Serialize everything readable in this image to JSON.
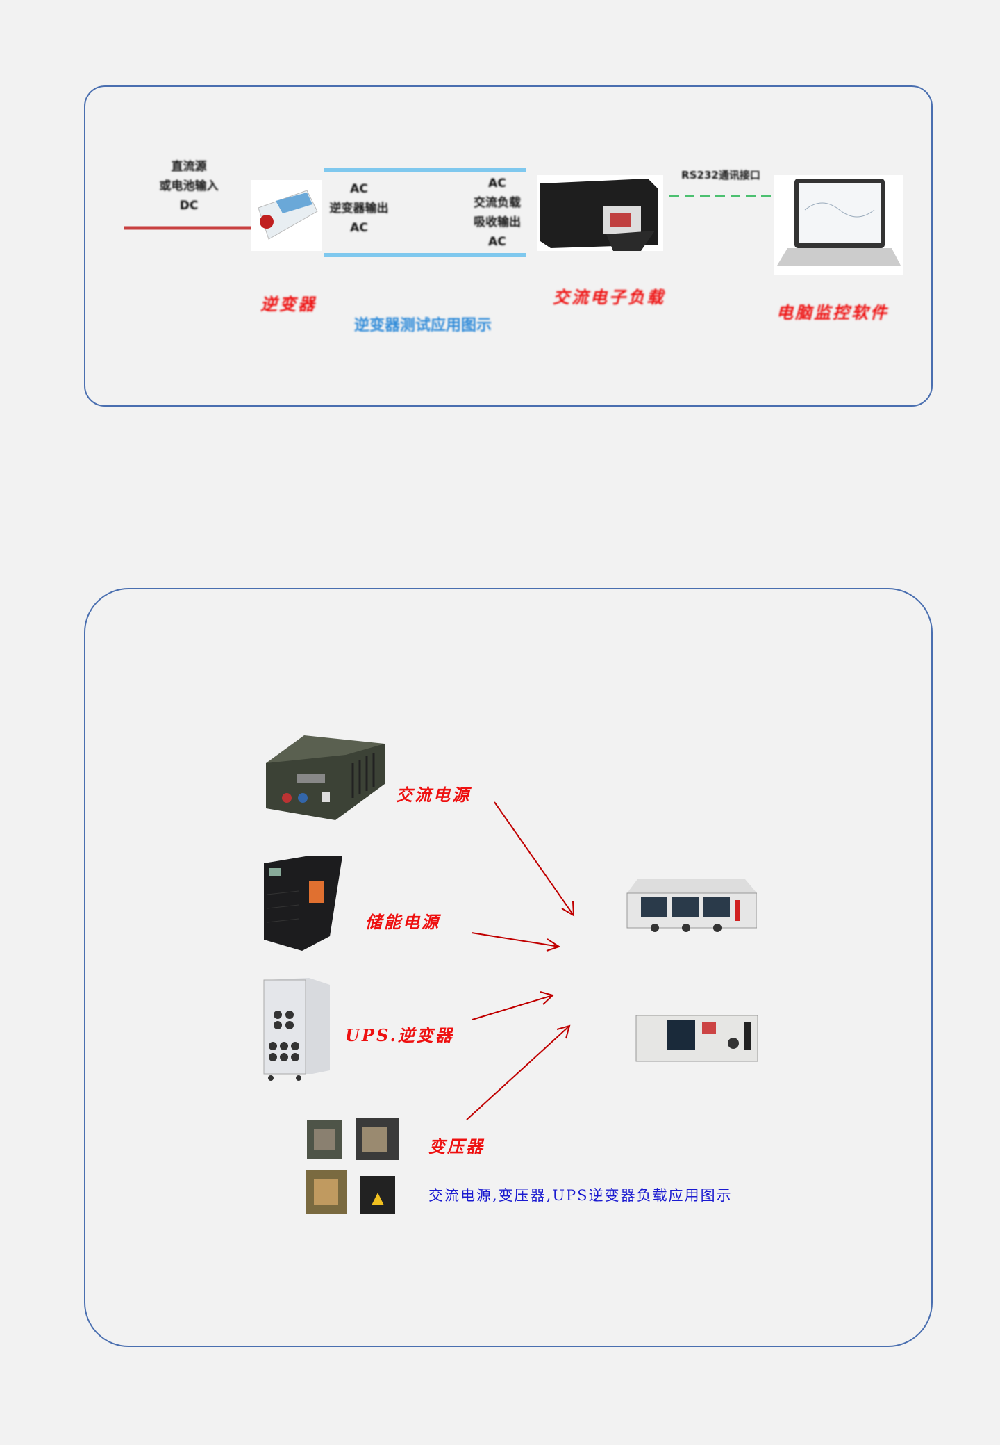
{
  "diagram1": {
    "input_label": [
      "直流源",
      "或电池输入",
      "DC"
    ],
    "mid_left_label": [
      "AC",
      "逆变器输出",
      "AC"
    ],
    "mid_right_label": [
      "AC",
      "交流负载",
      "吸收输出",
      "AC"
    ],
    "comm_label": "RS232通讯接口",
    "inverter_label": "逆变器",
    "load_label": "交流电子负载",
    "pc_label": "电脑监控软件",
    "title": "逆变器测试应用图示",
    "colors": {
      "dc_line": "#c84040",
      "ac_line": "#7fc8ee",
      "comm_line": "#4cc070",
      "label": "#ee1010",
      "title": "#2e8ad8"
    }
  },
  "diagram2": {
    "sources": [
      {
        "label": "交流电源",
        "icon": "ac-power-source-image"
      },
      {
        "label": "储能电源",
        "icon": "energy-storage-image"
      },
      {
        "label": "UPS.逆变器",
        "icon": "ups-inverter-image"
      },
      {
        "label": "变压器",
        "icon": "transformer-image"
      }
    ],
    "caption": "交流电源,变压器,UPS逆变器负载应用图示",
    "colors": {
      "arrow": "#c00000",
      "label": "#ee1010",
      "caption": "#1a1ad0"
    }
  }
}
